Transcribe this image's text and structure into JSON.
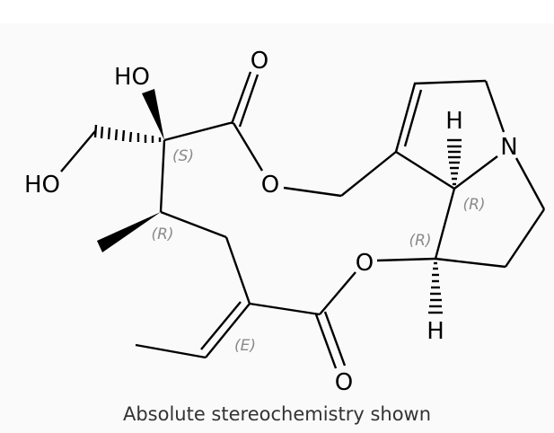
{
  "diagram": {
    "type": "chemical-structure",
    "compound_class": "pyrrolizidine alkaloid macrocyclic diester",
    "atom_labels": {
      "ho_top": "HO",
      "ho_left": "HO",
      "o_carbonyl_top": "O",
      "o_ester_top": "O",
      "o_ester_right": "O",
      "o_carbonyl_bottom": "O",
      "n_ring": "N",
      "h_top": "H",
      "h_bottom": "H"
    },
    "stereo_labels": {
      "c_quaternary": "(S)",
      "c_methyl": "(R)",
      "c_bridgehead": "(R)",
      "c_oxy": "(R)",
      "alkene": "(E)"
    },
    "colors": {
      "bond": "#000000",
      "stereo_label": "#8a8a8a",
      "background": "#fafafa",
      "caption": "#333333"
    }
  },
  "caption": "Absolute stereochemistry shown"
}
